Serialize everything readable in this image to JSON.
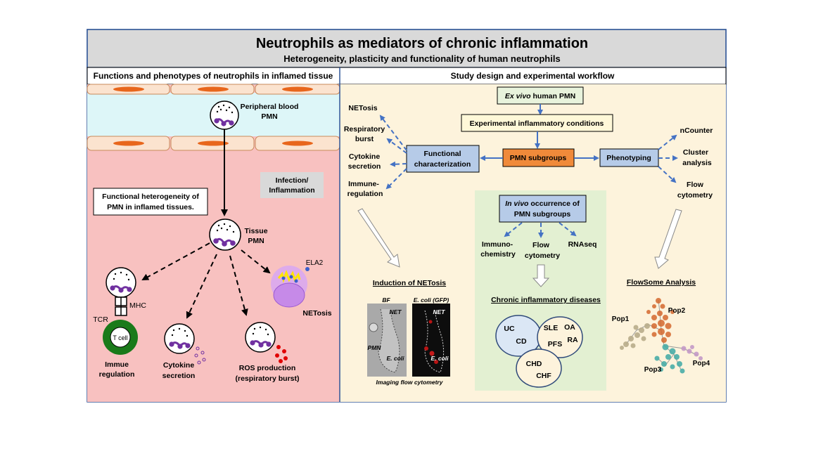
{
  "title": "Neutrophils as mediators of chronic inflammation",
  "subtitle": "Heterogeneity, plasticity and functionality of human neutrophils",
  "left_header": "Functions and phenotypes of neutrophils in inflamed tissue",
  "right_header": "Study design and experimental workflow",
  "left": {
    "pb_pmn": [
      "Peripheral blood",
      "PMN"
    ],
    "infection": [
      "Infection/",
      "Inflammation"
    ],
    "func_hetero": [
      "Functional heterogeneity of",
      "PMN in inflamed tissues."
    ],
    "tissue_pmn": [
      "Tissue",
      "PMN"
    ],
    "ela2": "ELA2",
    "netosis": "NETosis",
    "mhc": "MHC",
    "tcr": "TCR",
    "t_cell": "T cell",
    "immune_reg": [
      "Immue",
      "regulation"
    ],
    "cytokine": [
      "Cytokine",
      "secretion"
    ],
    "ros": [
      "ROS production",
      "(respiratory burst)"
    ]
  },
  "right": {
    "ex_vivo_italic": "Ex vivo",
    "ex_vivo_rest": " human PMN",
    "conditions": "Experimental inflammatory conditions",
    "subgroups": "PMN subgroups",
    "functional": [
      "Functional",
      "characterization"
    ],
    "phenotyping": "Phenotyping",
    "func_outputs": [
      "NETosis",
      "Respiratory",
      "burst",
      "Cytokine",
      "secretion",
      "Immune-",
      "regulation"
    ],
    "pheno_outputs": [
      "nCounter",
      "Cluster",
      "analysis",
      "Flow",
      "cytometry"
    ],
    "in_vivo_italic": "In vivo",
    "in_vivo_rest": " occurrence of",
    "in_vivo_line2": "PMN subgroups",
    "methods": [
      "Immuno-",
      "chemistry",
      "Flow",
      "cytometry",
      "RNAseq"
    ],
    "chronic": "Chronic inflammatory diseases",
    "diseases": [
      "UC",
      "CD",
      "SLE",
      "OA",
      "PFS",
      "RA",
      "CHD",
      "CHF"
    ],
    "induction": "Induction of NETosis",
    "bf": "BF",
    "ecoli_gfp": "E. coli (GFP)",
    "net": "NET",
    "pmn": "PMN",
    "ecoli": "E. coli",
    "imaging": "Imaging flow cytometry",
    "flowsome": "FlowSome Analysis",
    "pops": [
      "Pop1",
      "Pop2",
      "Pop3",
      "Pop4"
    ]
  },
  "colors": {
    "header_gray": "#d9d9d9",
    "vessel_blue": "#ddf6f8",
    "tissue_pink": "#f8c1c0",
    "right_bg": "#fdf3dc",
    "green_panel": "#e3f0d2",
    "blue_box": "#b6cbe8",
    "orange_box": "#f08a3a",
    "arrow_blue": "#4472c4",
    "purple": "#7030a0"
  }
}
